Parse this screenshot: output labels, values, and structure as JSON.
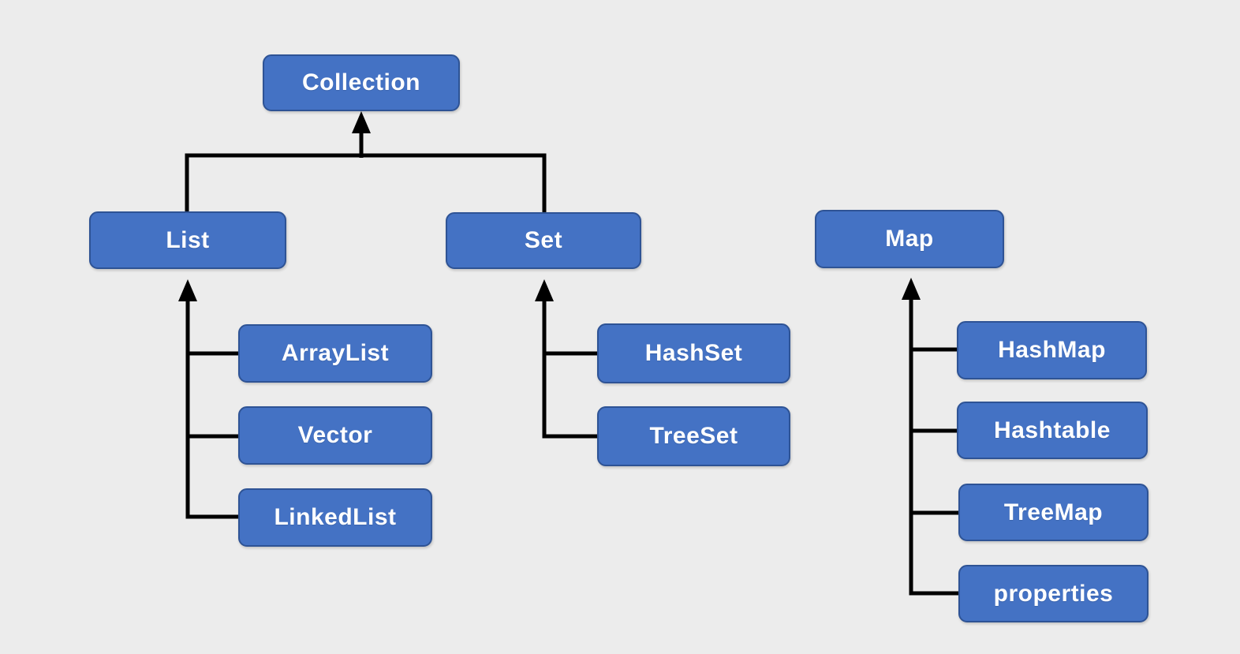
{
  "diagram": {
    "type": "hierarchy",
    "colors": {
      "background": "#ececec",
      "node_fill": "#4472c4",
      "node_border": "#2e5395",
      "node_text": "#ffffff",
      "connector": "#000000"
    },
    "nodes": {
      "collection": {
        "label": "Collection"
      },
      "list": {
        "label": "List"
      },
      "set": {
        "label": "Set"
      },
      "map": {
        "label": "Map"
      },
      "arraylist": {
        "label": "ArrayList"
      },
      "vector": {
        "label": "Vector"
      },
      "linkedlist": {
        "label": "LinkedList"
      },
      "hashset": {
        "label": "HashSet"
      },
      "treeset": {
        "label": "TreeSet"
      },
      "hashmap": {
        "label": "HashMap"
      },
      "hashtable": {
        "label": "Hashtable"
      },
      "treemap": {
        "label": "TreeMap"
      },
      "properties": {
        "label": "properties"
      }
    },
    "relations": [
      {
        "parent": "Collection",
        "children": [
          "List",
          "Set"
        ]
      },
      {
        "parent": "List",
        "children": [
          "ArrayList",
          "Vector",
          "LinkedList"
        ]
      },
      {
        "parent": "Set",
        "children": [
          "HashSet",
          "TreeSet"
        ]
      },
      {
        "parent": "Map",
        "children": [
          "HashMap",
          "Hashtable",
          "TreeMap",
          "properties"
        ]
      }
    ]
  }
}
